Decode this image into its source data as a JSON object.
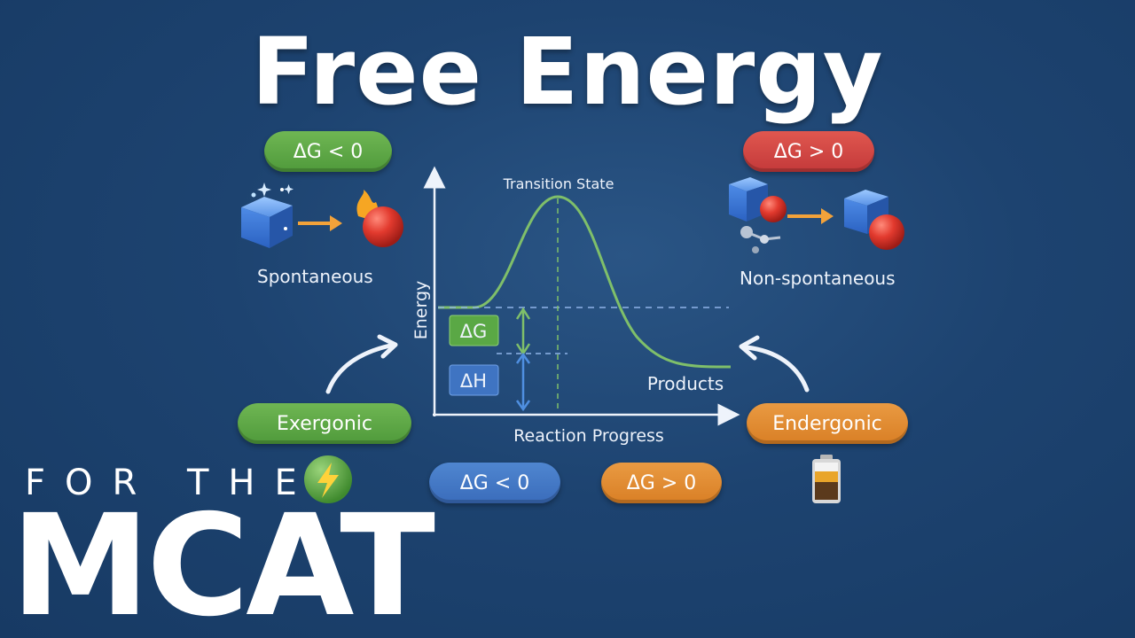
{
  "title": "Free Energy",
  "subtitle_small": "FOR THE",
  "subtitle_large": "MCAT",
  "spontaneous": {
    "badge": "ΔG < 0",
    "label": "Spontaneous"
  },
  "nonspontaneous": {
    "badge": "ΔG > 0",
    "label": "Non-spontaneous"
  },
  "exergonic": {
    "label": "Exergonic",
    "badge": "ΔG < 0",
    "icon": "lightning-icon"
  },
  "endergonic": {
    "label": "Endergonic",
    "badge": "ΔG > 0",
    "icon": "battery-icon"
  },
  "diagram": {
    "transition_state_label": "Transition State",
    "y_axis_label": "Energy",
    "x_axis_label": "Reaction Progress",
    "products_label": "Products",
    "delta_g_label": "ΔG",
    "delta_h_label": "ΔH"
  },
  "colors": {
    "background": "#1d4370",
    "curve": "#7fbf6a",
    "green": "#5aa845",
    "red": "#d4463f",
    "blue": "#3f74c2",
    "orange": "#e08a2e"
  }
}
